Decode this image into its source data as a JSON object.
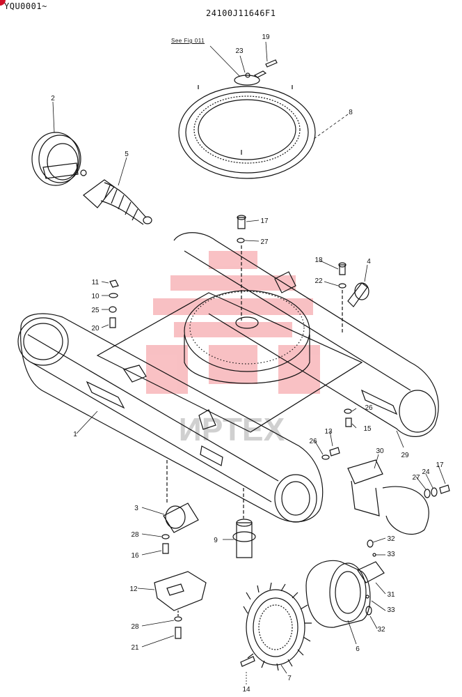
{
  "header": {
    "serial_range": "YQU0001~",
    "part_number": "24100J11646F1",
    "reference_note": "See Fig 011"
  },
  "watermark": {
    "text": "ИРТЕХ",
    "color": "#e8202a"
  },
  "colors": {
    "line": "#111111",
    "badge": "#d01028"
  },
  "callouts": [
    {
      "id": "c19",
      "label": "19"
    },
    {
      "id": "c23",
      "label": "23"
    },
    {
      "id": "c8",
      "label": "8"
    },
    {
      "id": "c2",
      "label": "2"
    },
    {
      "id": "c5",
      "label": "5"
    },
    {
      "id": "c17a",
      "label": "17"
    },
    {
      "id": "c27a",
      "label": "27"
    },
    {
      "id": "c18",
      "label": "18"
    },
    {
      "id": "c4",
      "label": "4"
    },
    {
      "id": "c22",
      "label": "22"
    },
    {
      "id": "c11",
      "label": "11"
    },
    {
      "id": "c10",
      "label": "10"
    },
    {
      "id": "c25",
      "label": "25"
    },
    {
      "id": "c20",
      "label": "20"
    },
    {
      "id": "c26a",
      "label": "26"
    },
    {
      "id": "c15",
      "label": "15"
    },
    {
      "id": "c13",
      "label": "13"
    },
    {
      "id": "c26b",
      "label": "26"
    },
    {
      "id": "c1",
      "label": "1"
    },
    {
      "id": "c29",
      "label": "29"
    },
    {
      "id": "c30",
      "label": "30"
    },
    {
      "id": "c17b",
      "label": "17"
    },
    {
      "id": "c24",
      "label": "24"
    },
    {
      "id": "c27b",
      "label": "27"
    },
    {
      "id": "c3",
      "label": "3"
    },
    {
      "id": "c28a",
      "label": "28"
    },
    {
      "id": "c16",
      "label": "16"
    },
    {
      "id": "c9",
      "label": "9"
    },
    {
      "id": "c32a",
      "label": "32"
    },
    {
      "id": "c33a",
      "label": "33"
    },
    {
      "id": "c31",
      "label": "31"
    },
    {
      "id": "c33b",
      "label": "33"
    },
    {
      "id": "c32b",
      "label": "32"
    },
    {
      "id": "c12",
      "label": "12"
    },
    {
      "id": "c28b",
      "label": "28"
    },
    {
      "id": "c21",
      "label": "21"
    },
    {
      "id": "c6",
      "label": "6"
    },
    {
      "id": "c7",
      "label": "7"
    },
    {
      "id": "c14",
      "label": "14"
    }
  ]
}
